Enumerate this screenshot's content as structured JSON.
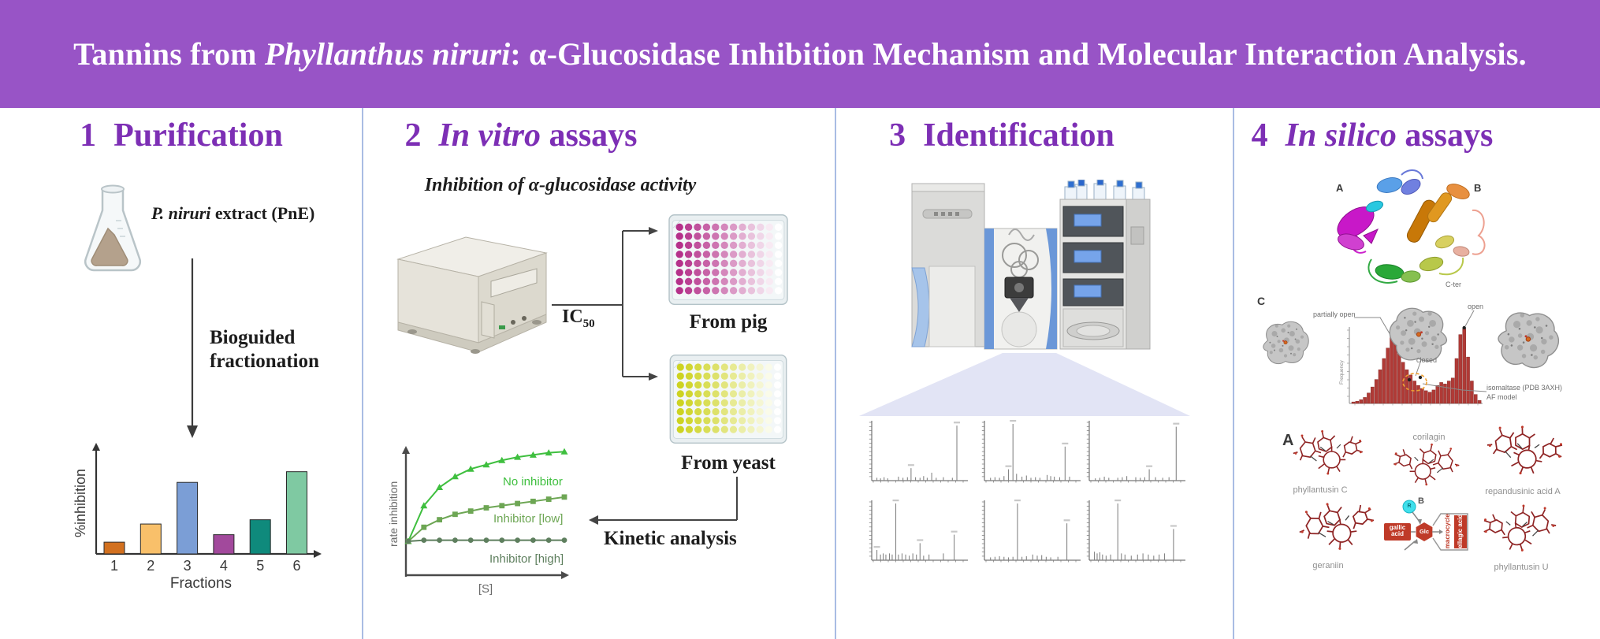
{
  "theme": {
    "header_purple": "#9854c6",
    "panel_title_purple": "#7d2fb5",
    "divider_blue": "#a9bce3",
    "histogram_red": "#b03a36",
    "schematic_red": "#bf3a28",
    "schematic_cyan": "#3fe0ec"
  },
  "header": {
    "title_parts": [
      {
        "t": "Tannins from "
      },
      {
        "t": "Phyllanthus niruri",
        "i": true
      },
      {
        "t": ": α-Glucosidase Inhibition Mechanism and Molecular Interaction Analysis."
      }
    ]
  },
  "panels": [
    {
      "number": "1",
      "title_parts": [
        {
          "t": "Purification"
        }
      ],
      "extract_label_parts": [
        {
          "t": "P. niruri",
          "i": true
        },
        {
          "t": " extract (PnE)"
        }
      ],
      "arrow_label": "Bioguided fractionation"
    },
    {
      "number": "2",
      "title_parts": [
        {
          "t": "In vitro",
          "i": true
        },
        {
          "t": " assays"
        }
      ],
      "subtitle": "Inhibition of α-glucosidase activity",
      "ic50_base": "IC",
      "ic50_sub": "50",
      "plates": {
        "pig": {
          "label": "From pig",
          "rows": 8,
          "cols": 12,
          "start_color": "#b5308a",
          "end_color": "#ffffff",
          "body_color": "#e9eff1"
        },
        "yeast": {
          "label": "From yeast",
          "rows": 8,
          "cols": 12,
          "start_color": "#cdd321",
          "end_color": "#ffffff",
          "body_color": "#e9eff1"
        }
      },
      "kinetic_label": "Kinetic analysis"
    },
    {
      "number": "3",
      "title_parts": [
        {
          "t": "Identification"
        }
      ]
    },
    {
      "number": "4",
      "title_parts": [
        {
          "t": "In silico",
          "i": true
        },
        {
          "t": " assays"
        }
      ],
      "cartoon": {
        "a": "A",
        "b": "B",
        "cter": "C-ter"
      },
      "conformations": {
        "label": "C",
        "partially_open": "partially open",
        "open": "open",
        "closed": "closed",
        "isomaltase": "isomaltase (PDB 3AXH)",
        "af_model": "AF model"
      },
      "molecules": {
        "section_label": "A",
        "names": [
          "phyllantusin C",
          "corilagin",
          "repandusinic acid A",
          "geraniin",
          "phyllantusin U"
        ],
        "schematic": {
          "label": "B",
          "r": "R",
          "gallic_acid": "gallic acid",
          "glc": "Glc",
          "macrocycle": "macrocycle",
          "ellagic_acid": "ellagic acid"
        }
      }
    }
  ],
  "chart_data": [
    {
      "id": "fractions",
      "type": "bar",
      "title": "",
      "categories": [
        "1",
        "2",
        "3",
        "4",
        "5",
        "6"
      ],
      "values": [
        11,
        28,
        67,
        18,
        32,
        77
      ],
      "colors": [
        "#d2701f",
        "#f9c06a",
        "#7b9ed6",
        "#a2499c",
        "#0f8a7c",
        "#7fc9a2"
      ],
      "xlabel": "Fractions",
      "ylabel": "%inhibition",
      "ylim": [
        0,
        100
      ],
      "grid": false
    },
    {
      "id": "kinetics",
      "type": "line",
      "xlabel": "[S]",
      "ylabel": "rate inhibition",
      "x": [
        0,
        1,
        2,
        3,
        4,
        5,
        6,
        7,
        8,
        9,
        10
      ],
      "series": [
        {
          "name": "No inhibitor",
          "color": "#3fbf3f",
          "marker": "triangle",
          "values": [
            0,
            33,
            50,
            60,
            67,
            71,
            75,
            78,
            80,
            82,
            83
          ]
        },
        {
          "name": "Inhibitor [low]",
          "color": "#6da654",
          "marker": "square",
          "values": [
            0,
            13,
            20,
            25,
            28,
            31,
            33,
            35,
            37,
            39,
            41
          ]
        },
        {
          "name": "Inhibitor [high]",
          "color": "#5e7f5e",
          "marker": "circle",
          "values": [
            0,
            1,
            1,
            1,
            1,
            1,
            1,
            1,
            1,
            1,
            1
          ]
        }
      ],
      "legend_position": "inline"
    },
    {
      "id": "conformation_histogram",
      "type": "bar",
      "ylabel": "Frequency",
      "color": "#b03a36",
      "values": [
        2,
        3,
        5,
        8,
        14,
        22,
        32,
        45,
        60,
        74,
        88,
        80,
        68,
        55,
        45,
        38,
        30,
        24,
        20,
        17,
        15,
        18,
        24,
        28,
        26,
        30,
        34,
        60,
        92,
        100,
        62,
        30,
        12,
        4
      ]
    },
    {
      "id": "ms_spectra",
      "type": "stick",
      "subplots": [
        [
          [
            0.04,
            0.05
          ],
          [
            0.08,
            0.04
          ],
          [
            0.12,
            0.06
          ],
          [
            0.16,
            0.04
          ],
          [
            0.28,
            0.07
          ],
          [
            0.33,
            0.05
          ],
          [
            0.38,
            0.06
          ],
          [
            0.42,
            0.22
          ],
          [
            0.47,
            0.06
          ],
          [
            0.52,
            0.05
          ],
          [
            0.56,
            0.08
          ],
          [
            0.6,
            0.05
          ],
          [
            0.65,
            0.14
          ],
          [
            0.7,
            0.05
          ],
          [
            0.78,
            0.06
          ],
          [
            0.88,
            0.05
          ],
          [
            0.93,
            0.97
          ]
        ],
        [
          [
            0.05,
            0.05
          ],
          [
            0.1,
            0.06
          ],
          [
            0.15,
            0.05
          ],
          [
            0.2,
            0.08
          ],
          [
            0.25,
            0.2
          ],
          [
            0.3,
            1.0
          ],
          [
            0.34,
            0.12
          ],
          [
            0.4,
            0.07
          ],
          [
            0.45,
            0.09
          ],
          [
            0.5,
            0.05
          ],
          [
            0.55,
            0.06
          ],
          [
            0.6,
            0.05
          ],
          [
            0.68,
            0.1
          ],
          [
            0.72,
            0.08
          ],
          [
            0.76,
            0.07
          ],
          [
            0.82,
            0.06
          ],
          [
            0.88,
            0.6
          ],
          [
            0.93,
            0.07
          ]
        ],
        [
          [
            0.05,
            0.04
          ],
          [
            0.1,
            0.05
          ],
          [
            0.15,
            0.07
          ],
          [
            0.2,
            0.05
          ],
          [
            0.3,
            0.05
          ],
          [
            0.35,
            0.06
          ],
          [
            0.4,
            0.08
          ],
          [
            0.5,
            0.06
          ],
          [
            0.55,
            0.05
          ],
          [
            0.6,
            0.06
          ],
          [
            0.65,
            0.2
          ],
          [
            0.72,
            0.06
          ],
          [
            0.8,
            0.05
          ],
          [
            0.87,
            0.06
          ],
          [
            0.95,
            0.95
          ]
        ],
        [
          [
            0.04,
            0.18
          ],
          [
            0.08,
            0.1
          ],
          [
            0.11,
            0.12
          ],
          [
            0.14,
            0.1
          ],
          [
            0.18,
            0.12
          ],
          [
            0.21,
            0.1
          ],
          [
            0.25,
            1.0
          ],
          [
            0.28,
            0.1
          ],
          [
            0.32,
            0.12
          ],
          [
            0.36,
            0.1
          ],
          [
            0.4,
            0.08
          ],
          [
            0.44,
            0.12
          ],
          [
            0.48,
            0.1
          ],
          [
            0.52,
            0.3
          ],
          [
            0.56,
            0.08
          ],
          [
            0.62,
            0.1
          ],
          [
            0.78,
            0.12
          ],
          [
            0.9,
            0.45
          ]
        ],
        [
          [
            0.05,
            0.05
          ],
          [
            0.1,
            0.06
          ],
          [
            0.15,
            0.07
          ],
          [
            0.2,
            0.06
          ],
          [
            0.25,
            0.05
          ],
          [
            0.3,
            0.06
          ],
          [
            0.35,
            1.0
          ],
          [
            0.4,
            0.06
          ],
          [
            0.45,
            0.07
          ],
          [
            0.52,
            0.1
          ],
          [
            0.57,
            0.08
          ],
          [
            0.62,
            0.09
          ],
          [
            0.67,
            0.06
          ],
          [
            0.72,
            0.05
          ],
          [
            0.8,
            0.06
          ],
          [
            0.9,
            0.65
          ]
        ],
        [
          [
            0.04,
            0.15
          ],
          [
            0.07,
            0.12
          ],
          [
            0.1,
            0.14
          ],
          [
            0.13,
            0.1
          ],
          [
            0.17,
            0.08
          ],
          [
            0.22,
            0.1
          ],
          [
            0.3,
            1.0
          ],
          [
            0.34,
            0.12
          ],
          [
            0.38,
            0.1
          ],
          [
            0.45,
            0.08
          ],
          [
            0.52,
            0.1
          ],
          [
            0.58,
            0.12
          ],
          [
            0.64,
            0.1
          ],
          [
            0.7,
            0.08
          ],
          [
            0.76,
            0.1
          ],
          [
            0.82,
            0.12
          ],
          [
            0.92,
            0.55
          ]
        ]
      ]
    }
  ]
}
